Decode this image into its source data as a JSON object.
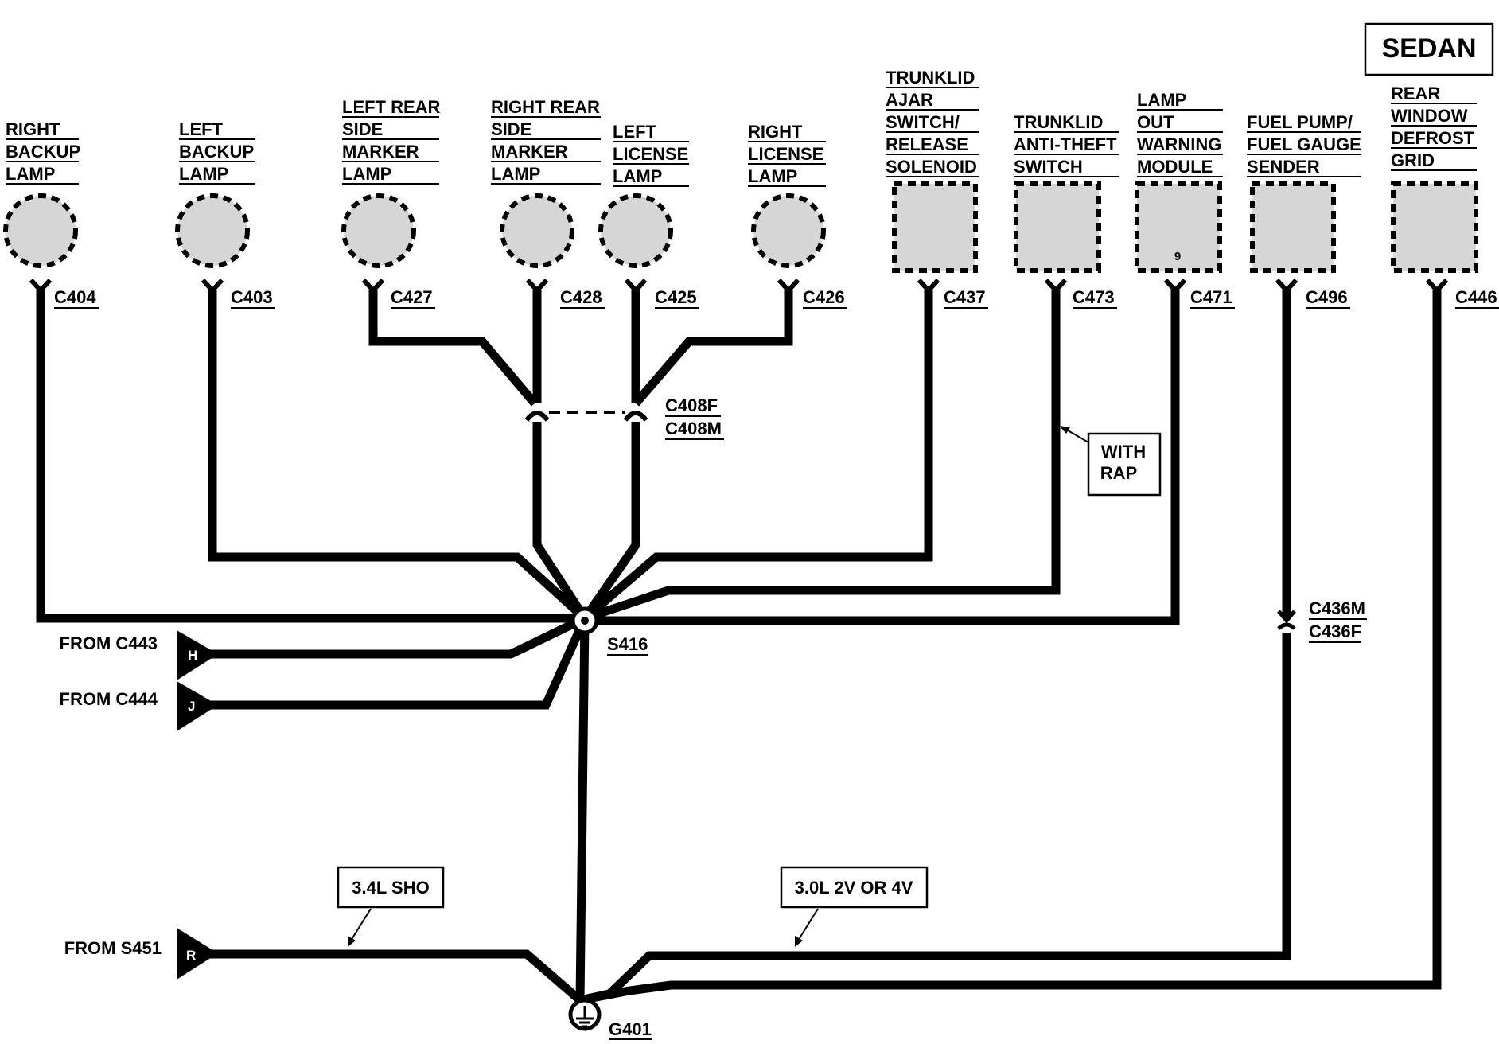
{
  "badge": "SEDAN",
  "components": [
    {
      "id": "right-backup-lamp",
      "lines": [
        "RIGHT",
        "BACKUP",
        "LAMP"
      ],
      "connector": "C404"
    },
    {
      "id": "left-backup-lamp",
      "lines": [
        "LEFT",
        "BACKUP",
        "LAMP"
      ],
      "connector": "C403"
    },
    {
      "id": "left-rear-side-marker-lamp",
      "lines": [
        "LEFT REAR",
        "SIDE",
        "MARKER",
        "LAMP"
      ],
      "connector": "C427"
    },
    {
      "id": "right-rear-side-marker-lamp",
      "lines": [
        "RIGHT REAR",
        "SIDE",
        "MARKER",
        "LAMP"
      ],
      "connector": "C428"
    },
    {
      "id": "left-license-lamp",
      "lines": [
        "LEFT",
        "LICENSE",
        "LAMP"
      ],
      "connector": "C425"
    },
    {
      "id": "right-license-lamp",
      "lines": [
        "RIGHT",
        "LICENSE",
        "LAMP"
      ],
      "connector": "C426"
    },
    {
      "id": "trunklid-ajar-switch",
      "lines": [
        "TRUNKLID",
        "AJAR",
        "SWITCH/",
        "RELEASE",
        "SOLENOID"
      ],
      "connector": "C437"
    },
    {
      "id": "trunklid-anti-theft-switch",
      "lines": [
        "TRUNKLID",
        "ANTI-THEFT",
        "SWITCH"
      ],
      "connector": "C473"
    },
    {
      "id": "lamp-out-warning-module",
      "lines": [
        "LAMP",
        "OUT",
        "WARNING",
        "MODULE"
      ],
      "connector": "C471",
      "pin": "9"
    },
    {
      "id": "fuel-pump-sender",
      "lines": [
        "FUEL PUMP/",
        "FUEL GAUGE",
        "SENDER"
      ],
      "connector": "C496"
    },
    {
      "id": "rear-window-defrost-grid",
      "lines": [
        "REAR",
        "WINDOW",
        "DEFROST",
        "GRID"
      ],
      "connector": "C446"
    }
  ],
  "inline_connectors": {
    "c408": [
      "C408F",
      "C408M"
    ],
    "c436": [
      "C436M",
      "C436F"
    ]
  },
  "splice": "S416",
  "ground": "G401",
  "sources": [
    {
      "text": "FROM C443",
      "pin": "H"
    },
    {
      "text": "FROM C444",
      "pin": "J"
    },
    {
      "text": "FROM S451",
      "pin": "R"
    }
  ],
  "notes": {
    "with_rap": [
      "WITH",
      "RAP"
    ],
    "engine_sho": "3.4L SHO",
    "engine_30": "3.0L 2V OR 4V"
  }
}
